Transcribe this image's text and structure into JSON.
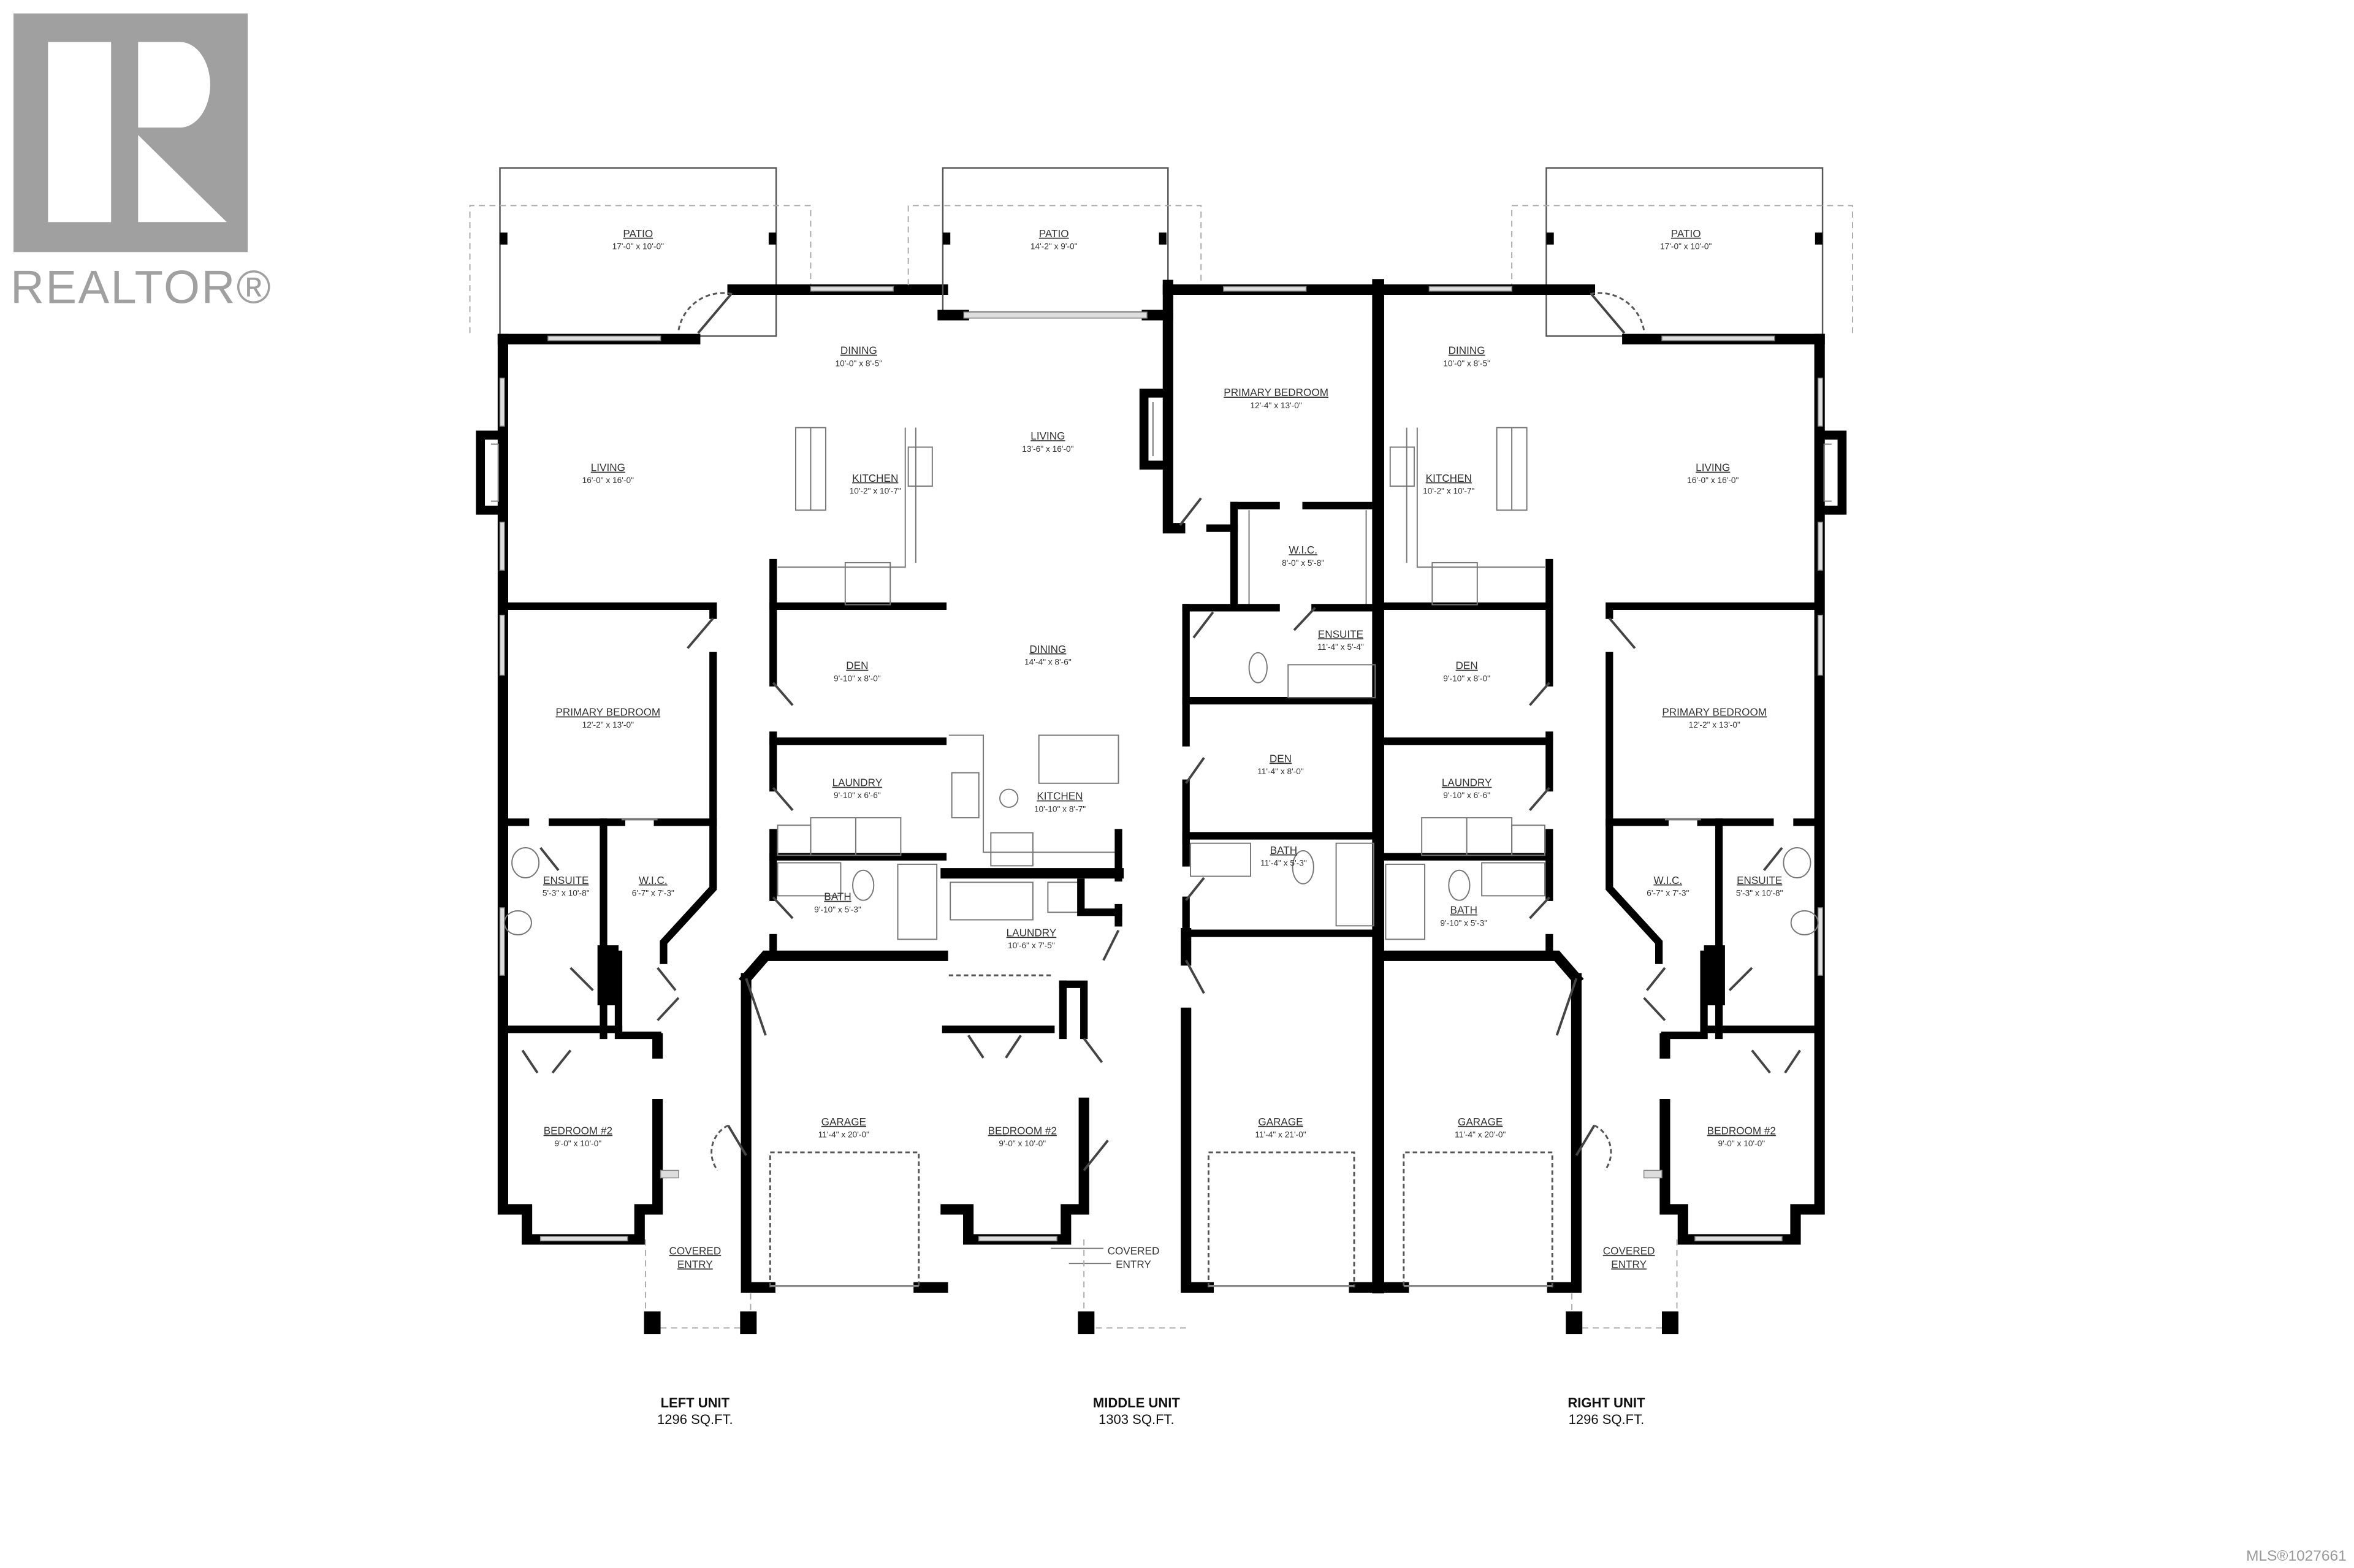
{
  "logo": {
    "text": "REALTOR®",
    "color": "#a0a0a0"
  },
  "units": [
    {
      "title": "LEFT UNIT",
      "area": "1296 SQ.FT.",
      "rooms": [
        {
          "name": "PATIO",
          "dims": "17'-0\" x 10'-0\""
        },
        {
          "name": "DINING",
          "dims": "10'-0\" x 8'-5\""
        },
        {
          "name": "LIVING",
          "dims": "16'-0\" x 16'-0\""
        },
        {
          "name": "KITCHEN",
          "dims": "10'-2\" x 10'-7\""
        },
        {
          "name": "PRIMARY BEDROOM",
          "dims": "12'-2\" x 13'-0\""
        },
        {
          "name": "DEN",
          "dims": "9'-10\" x 8'-0\""
        },
        {
          "name": "LAUNDRY",
          "dims": "9'-10\" x 6'-6\""
        },
        {
          "name": "BATH",
          "dims": "9'-10\" x 5'-3\""
        },
        {
          "name": "ENSUITE",
          "dims": "5'-3\" x 10'-8\""
        },
        {
          "name": "W.I.C.",
          "dims": "6'-7\" x 7'-3\""
        },
        {
          "name": "BEDROOM #2",
          "dims": "9'-0\" x 10'-0\""
        },
        {
          "name": "GARAGE",
          "dims": "11'-4\" x 20'-0\""
        },
        {
          "name": "COVERED",
          "dims": "ENTRY"
        }
      ]
    },
    {
      "title": "MIDDLE UNIT",
      "area": "1303 SQ.FT.",
      "rooms": [
        {
          "name": "PATIO",
          "dims": "14'-2\" x 9'-0\""
        },
        {
          "name": "LIVING",
          "dims": "13'-6\" x 16'-0\""
        },
        {
          "name": "PRIMARY BEDROOM",
          "dims": "12'-4\" x 13'-0\""
        },
        {
          "name": "W.I.C.",
          "dims": "8'-0\" x 5'-8\""
        },
        {
          "name": "ENSUITE",
          "dims": "11'-4\" x 5'-4\""
        },
        {
          "name": "DINING",
          "dims": "14'-4\" x 8'-6\""
        },
        {
          "name": "DEN",
          "dims": "11'-4\" x 8'-0\""
        },
        {
          "name": "KITCHEN",
          "dims": "10'-10\" x 8'-7\""
        },
        {
          "name": "BATH",
          "dims": "11'-4\" x 5'-3\""
        },
        {
          "name": "LAUNDRY",
          "dims": "10'-6\" x 7'-5\""
        },
        {
          "name": "BEDROOM #2",
          "dims": "9'-0\" x 10'-0\""
        },
        {
          "name": "GARAGE",
          "dims": "11'-4\" x 21'-0\""
        },
        {
          "name": "COVERED",
          "dims": "ENTRY"
        }
      ]
    },
    {
      "title": "RIGHT UNIT",
      "area": "1296 SQ.FT.",
      "rooms": [
        {
          "name": "PATIO",
          "dims": "17'-0\" x 10'-0\""
        },
        {
          "name": "DINING",
          "dims": "10'-0\" x 8'-5\""
        },
        {
          "name": "LIVING",
          "dims": "16'-0\" x 16'-0\""
        },
        {
          "name": "KITCHEN",
          "dims": "10'-2\" x 10'-7\""
        },
        {
          "name": "PRIMARY BEDROOM",
          "dims": "12'-2\" x 13'-0\""
        },
        {
          "name": "DEN",
          "dims": "9'-10\" x 8'-0\""
        },
        {
          "name": "LAUNDRY",
          "dims": "9'-10\" x 6'-6\""
        },
        {
          "name": "BATH",
          "dims": "9'-10\" x 5'-3\""
        },
        {
          "name": "ENSUITE",
          "dims": "5'-3\" x 10'-8\""
        },
        {
          "name": "W.I.C.",
          "dims": "6'-7\" x 7'-3\""
        },
        {
          "name": "BEDROOM #2",
          "dims": "9'-0\" x 10'-0\""
        },
        {
          "name": "GARAGE",
          "dims": "11'-4\" x 20'-0\""
        },
        {
          "name": "COVERED",
          "dims": "ENTRY"
        }
      ]
    }
  ],
  "mls": "MLS®1027661"
}
